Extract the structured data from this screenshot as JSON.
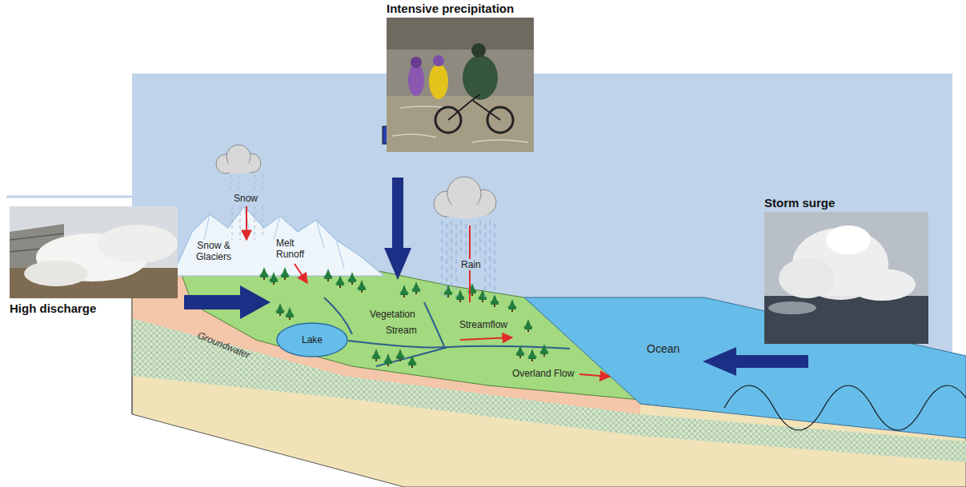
{
  "diagram": {
    "nodes": [
      {
        "text": [
          "Intensive precipitation"
        ]
      },
      {
        "text": [
          "Storm surge"
        ]
      },
      {
        "text": [
          "High discharge"
        ]
      },
      {
        "text": [
          "Lake"
        ]
      }
    ],
    "labels": [
      "Snow",
      "Snow & Glaciers",
      "Melt Runoff",
      "Rain",
      "Vegetation",
      "Stream",
      "Streamflow",
      "Overland Flow",
      "Groundwater",
      "Ocean"
    ]
  }
}
